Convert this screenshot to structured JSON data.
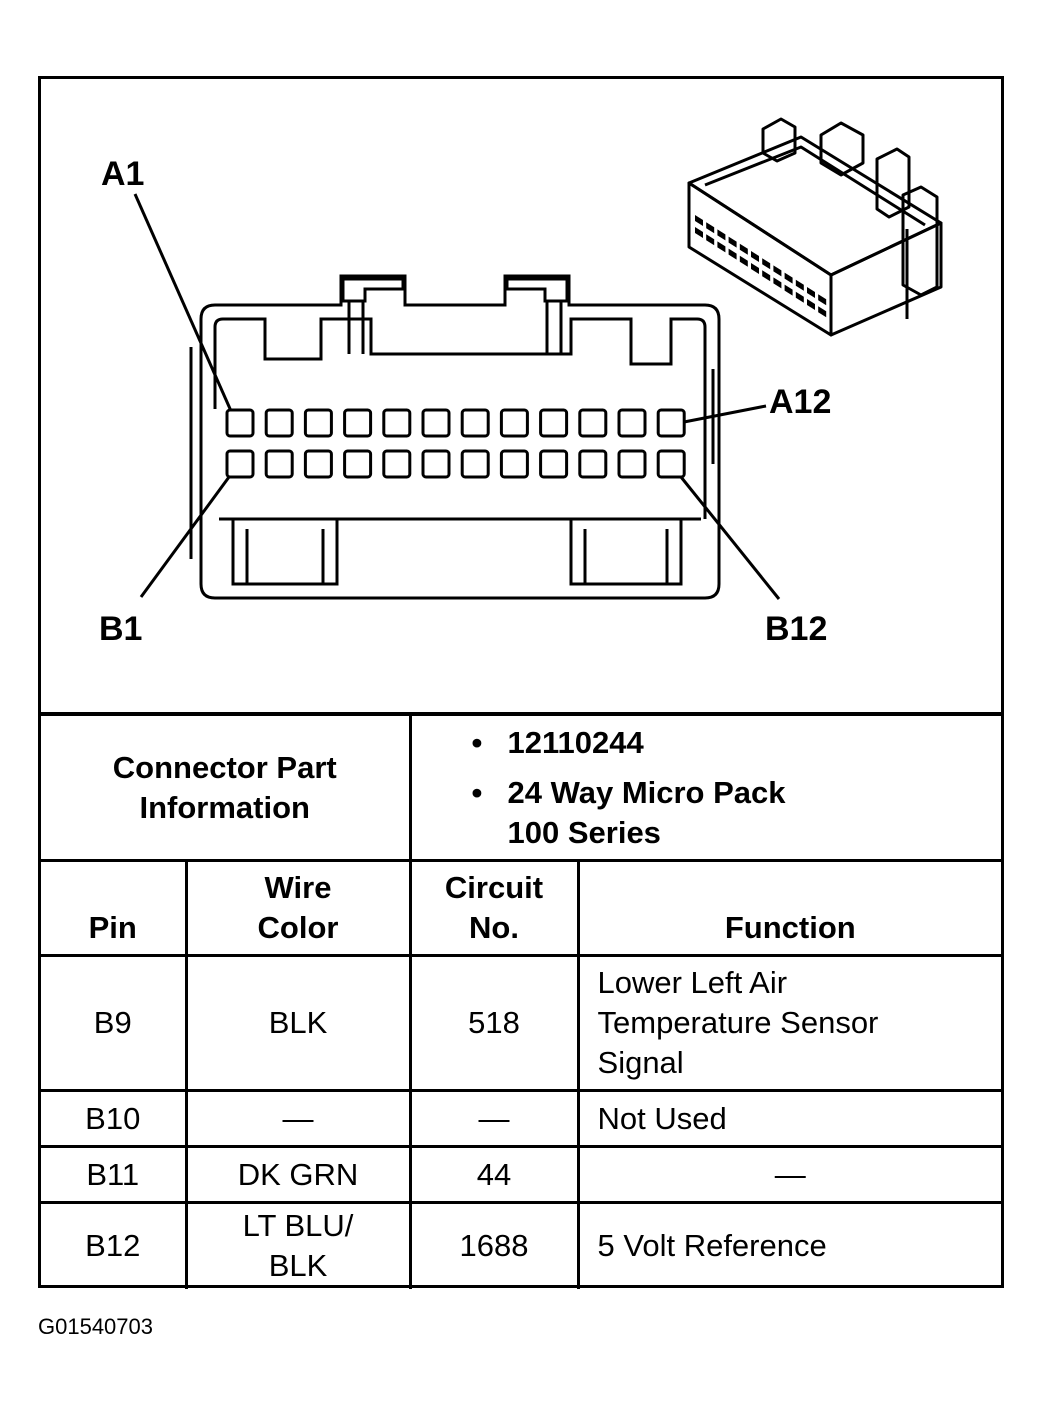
{
  "diagram": {
    "labels": {
      "a1": "A1",
      "a12": "A12",
      "b1": "B1",
      "b12": "B12"
    },
    "pin_rows": 2,
    "pins_per_row": 12
  },
  "connector_info": {
    "label_line1": "Connector Part",
    "label_line2": "Information",
    "bullet": "•",
    "part_number": "12110244",
    "description_line1": "24 Way Micro Pack",
    "description_line2": "100 Series"
  },
  "table": {
    "headers": {
      "pin": "Pin",
      "wire_color_line1": "Wire",
      "wire_color_line2": "Color",
      "circuit_line1": "Circuit",
      "circuit_line2": "No.",
      "function": "Function"
    },
    "rows": [
      {
        "pin": "B9",
        "wire_color_line1": "BLK",
        "wire_color_line2": "",
        "circuit": "518",
        "function_line1": "Lower Left Air",
        "function_line2": "Temperature Sensor",
        "function_line3": "Signal"
      },
      {
        "pin": "B10",
        "wire_color_line1": "—",
        "wire_color_line2": "",
        "circuit": "—",
        "function_line1": "Not Used",
        "function_line2": "",
        "function_line3": ""
      },
      {
        "pin": "B11",
        "wire_color_line1": "DK GRN",
        "wire_color_line2": "",
        "circuit": "44",
        "function_line1": "—",
        "function_line2": "",
        "function_line3": ""
      },
      {
        "pin": "B12",
        "wire_color_line1": "LT BLU/",
        "wire_color_line2": "BLK",
        "circuit": "1688",
        "function_line1": "5 Volt Reference",
        "function_line2": "",
        "function_line3": ""
      }
    ]
  },
  "figure_id": "G01540703"
}
